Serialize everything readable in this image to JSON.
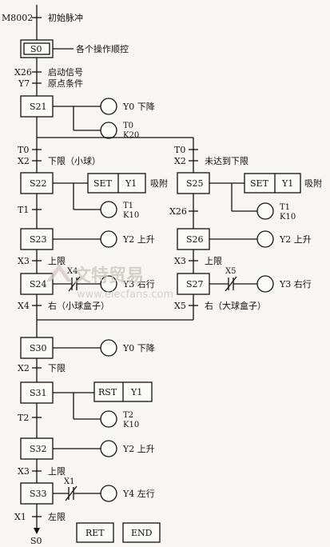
{
  "start_pulse": {
    "contact": "M8002",
    "label": "初始脉冲"
  },
  "steps": {
    "s0": "S0",
    "s21": "S21",
    "s22": "S22",
    "s23": "S23",
    "s24": "S24",
    "s25": "S25",
    "s26": "S26",
    "s27": "S27",
    "s30": "S30",
    "s31": "S31",
    "s32": "S32",
    "s33": "S33",
    "s0_end": "S0"
  },
  "actions": {
    "s0_note": "各个操作顺控",
    "s21_y0": "Y0 下降",
    "s21_t0": "T0",
    "s21_k": "K20",
    "s22_set": "SET",
    "s22_y1": "Y1",
    "s22_note": "吸附",
    "s22_t1": "T1",
    "s22_k": "K10",
    "s23_y2": "Y2 上升",
    "s24_y3": "Y3 右行",
    "s25_set": "SET",
    "s25_y1": "Y1",
    "s25_note": "吸附",
    "s25_t1": "T1",
    "s25_k": "K10",
    "s26_y2": "Y2 上升",
    "s27_y3": "Y3 右行",
    "s30_y0": "Y0 下降",
    "s31_rst": "RST",
    "s31_y1": "Y1",
    "s31_t2": "T2",
    "s31_k": "K10",
    "s32_y2": "Y2 上升",
    "s33_y4": "Y4 左行",
    "ret": "RET",
    "end": "END"
  },
  "transitions": {
    "x26_a": "X26",
    "x26_a_note": "启动信号",
    "y7": "Y7",
    "y7_note": "原点条件",
    "t0_left": "T0",
    "x2_left": "X2",
    "x2_left_note": "下限（小球）",
    "t0_right": "T0",
    "x2_right": "X2",
    "x2_right_note": "未达到下限",
    "t1_left": "T1",
    "x26_right": "X26",
    "x3_left": "X3",
    "x3_left_note": "上限",
    "x3_right": "X3",
    "x3_right_note": "上限",
    "x4_contact": "X4",
    "x5_contact": "X5",
    "x4": "X4",
    "x4_note": "右（小球盒子）",
    "x5": "X5",
    "x5_note": "右（大球盒子）",
    "x2_mid": "X2",
    "x2_mid_note": "下限",
    "t2": "T2",
    "x3_bot": "X3",
    "x3_bot_note": "上限",
    "x1_contact": "X1",
    "x1": "X1",
    "x1_note": "左限"
  },
  "watermark": {
    "logo": "文特贸易",
    "url": "www.elecfans.com"
  }
}
